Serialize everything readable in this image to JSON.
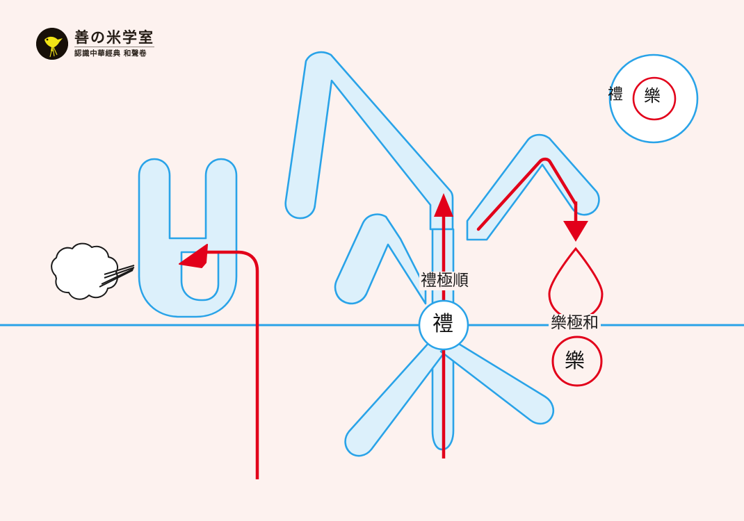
{
  "page": {
    "background_color": "#fdf2ef",
    "blue": "#29a3e8",
    "blue_fill": "#dcf0fb",
    "red": "#e2001a",
    "ink": "#111111"
  },
  "logo": {
    "mark_icon": "bird-in-circle-icon",
    "mark_bg_color": "#171009",
    "mark_bird_color": "#f2e516",
    "title": "善の米学室",
    "subtitle": "認識中華經典 和聲卷"
  },
  "diagram": {
    "baseline_label": "horizontal-axis-line",
    "glyph_left": {
      "name": "blue-glyph-left",
      "description": "stylized blue outline character stroke form"
    },
    "glyph_center": {
      "name": "blue-glyph-mi",
      "character": "米",
      "description": "large stylized blue outline character"
    },
    "cloud": {
      "name": "cloud-puff-icon",
      "lines": 3
    },
    "droplet": {
      "name": "water-droplet-icon",
      "color": "#e2001a"
    },
    "arrows": {
      "up_arrow": "red-up-arrow",
      "down_arrow": "red-down-arrow",
      "left_arrow": "red-curved-left-arrow"
    },
    "labels": {
      "li_ji_shun": "禮極順",
      "yue_ji_he": "樂極和"
    },
    "nodes": {
      "center_li": "禮",
      "lower_yue": "樂"
    },
    "legend_circle": {
      "outer_char": "禮",
      "inner_char": "樂",
      "outer_ring_color": "#29a3e8",
      "inner_ring_color": "#e2001a"
    }
  }
}
